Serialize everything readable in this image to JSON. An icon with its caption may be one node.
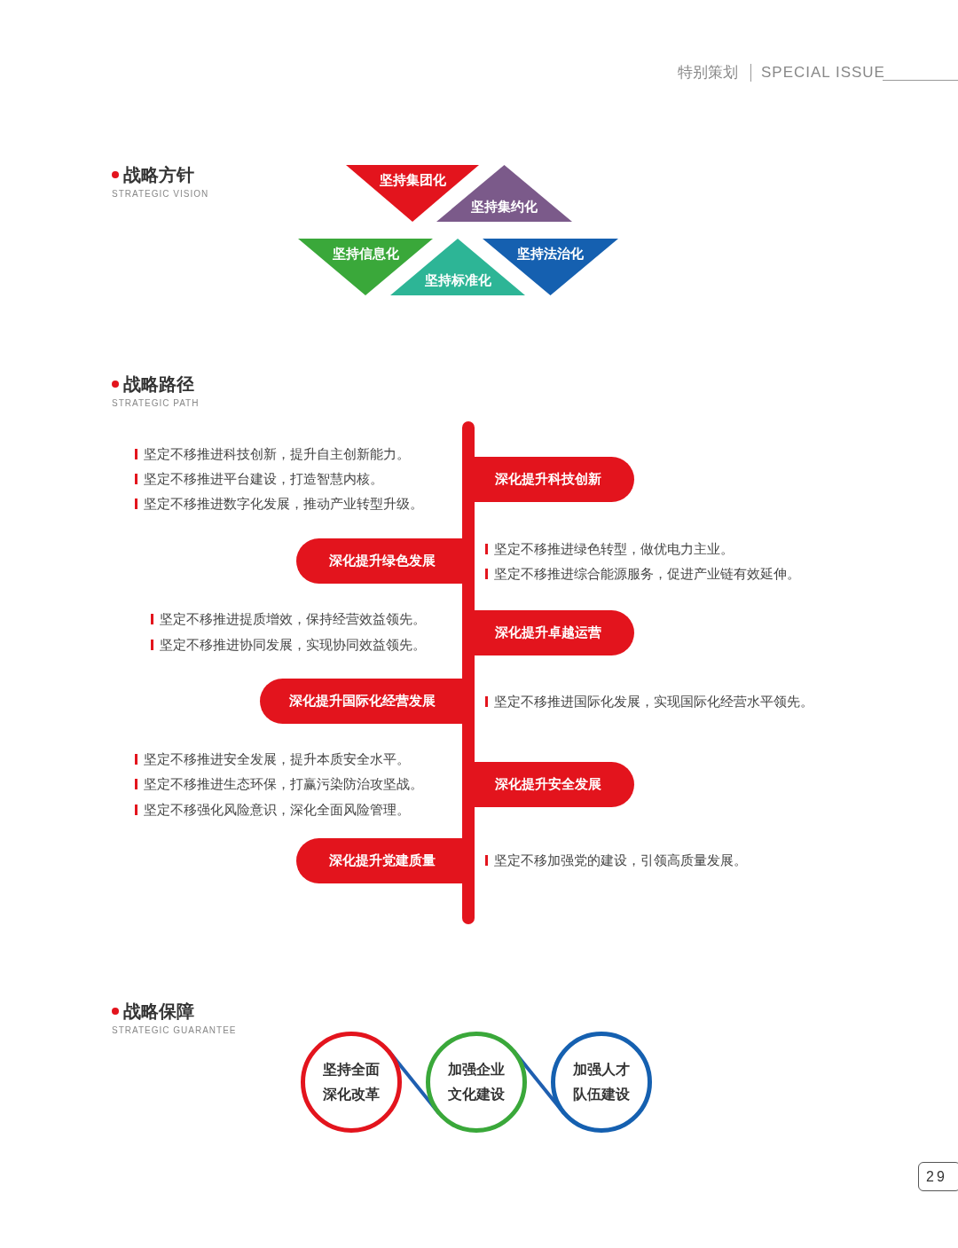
{
  "diagram": {
    "nodes": [
      {
        "text": [
          "坚持集团化"
        ]
      },
      {
        "text": [
          "坚持集约化"
        ]
      },
      {
        "text": [
          "坚持信息化"
        ]
      },
      {
        "text": [
          "坚持标准化"
        ]
      },
      {
        "text": [
          "坚持法治化"
        ]
      },
      {
        "text": [],
        "shape": "bar"
      },
      {
        "text": [
          "深化提升科技创新"
        ],
        "beside": [
          "坚定不移推进科技创新，提升自主创新能力。",
          "坚定不移推进平台建设，打造智慧内核。",
          "坚定不移推进数字化发展，推动产业转型升级。"
        ]
      },
      {
        "text": [
          "深化提升绿色发展"
        ],
        "beside": [
          "坚定不移推进绿色转型，做优电力主业。",
          "坚定不移推进综合能源服务，促进产业链有效延伸。"
        ]
      },
      {
        "text": [
          "深化提升卓越运营"
        ],
        "beside": [
          "坚定不移推进提质增效，保持经营效益领先。",
          "坚定不移推进协同发展，实现协同效益领先。"
        ]
      },
      {
        "text": [
          "深化提升国际化经营发展"
        ],
        "beside": [
          "坚定不移推进国际化发展，实现国际化经营水平领先。"
        ]
      },
      {
        "text": [
          "深化提升安全发展"
        ],
        "beside": [
          "坚定不移推进安全发展，提升本质安全水平。",
          "坚定不移推进生态环保，打赢污染防治攻坚战。",
          "坚定不移强化风险意识，深化全面风险管理。"
        ]
      },
      {
        "text": [
          "深化提升党建质量"
        ],
        "beside": [
          "坚定不移加强党的建设，引领高质量发展。"
        ]
      },
      {
        "text": [
          "坚持全面深化改革"
        ]
      },
      {
        "text": [
          "加强企业文化建设"
        ]
      },
      {
        "text": [
          "加强人才队伍建设"
        ]
      }
    ],
    "edges": [
      {
        "from": 12,
        "to": 13,
        "arrow": "none"
      },
      {
        "from": 13,
        "to": 14,
        "arrow": "none"
      }
    ],
    "labels": [
      "特别策划",
      "SPECIAL ISSUE",
      "战略方针",
      "STRATEGIC VISION",
      "战略路径",
      "STRATEGIC PATH",
      "战略保障",
      "STRATEGIC GUARANTEE",
      "29"
    ]
  }
}
